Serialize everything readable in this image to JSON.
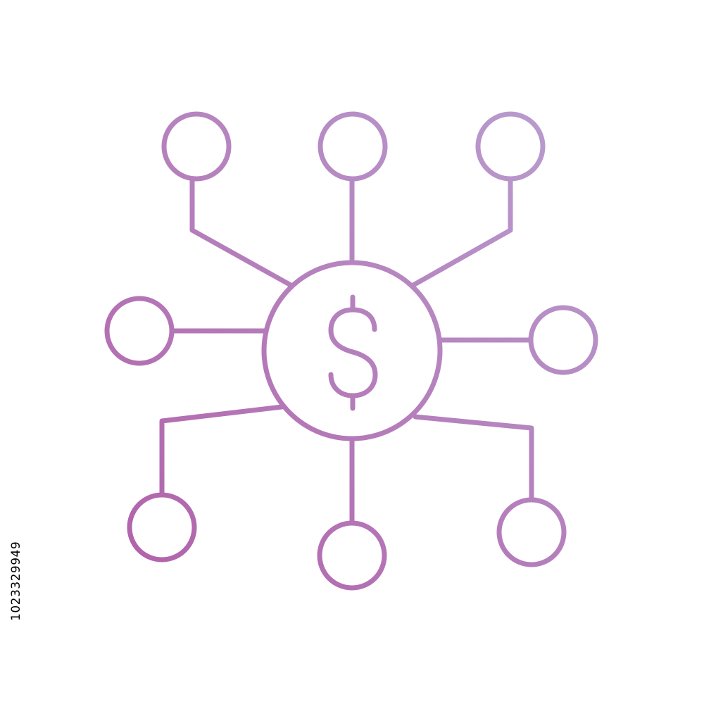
{
  "icon": {
    "name": "money-network-icon",
    "currency_symbol": "$",
    "center_node": "dollar-coin",
    "satellite_node_count": 8
  },
  "colors": {
    "gradient_start": "#b15fa8",
    "gradient_end": "#b99fd0",
    "background": "#ffffff"
  },
  "stock_id": "1023329949"
}
